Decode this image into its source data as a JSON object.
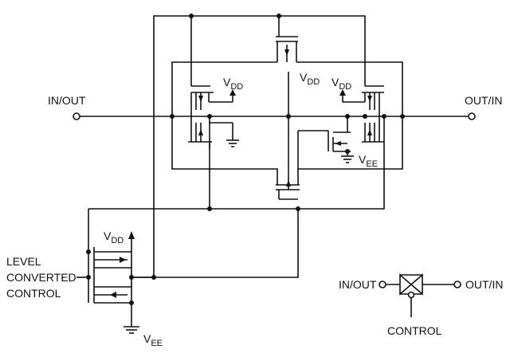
{
  "labels": {
    "in_out": "IN/OUT",
    "out_in": "OUT/IN",
    "vdd_main": "DD",
    "vdd_sub": "DD",
    "v_prefix": "V",
    "vee_sub": "EE",
    "level_line1": "LEVEL",
    "level_line2": "CONVERTED",
    "level_line3": "CONTROL",
    "sym_in_out": "IN/OUT",
    "sym_out_in": "OUT/IN",
    "sym_control": "CONTROL"
  }
}
